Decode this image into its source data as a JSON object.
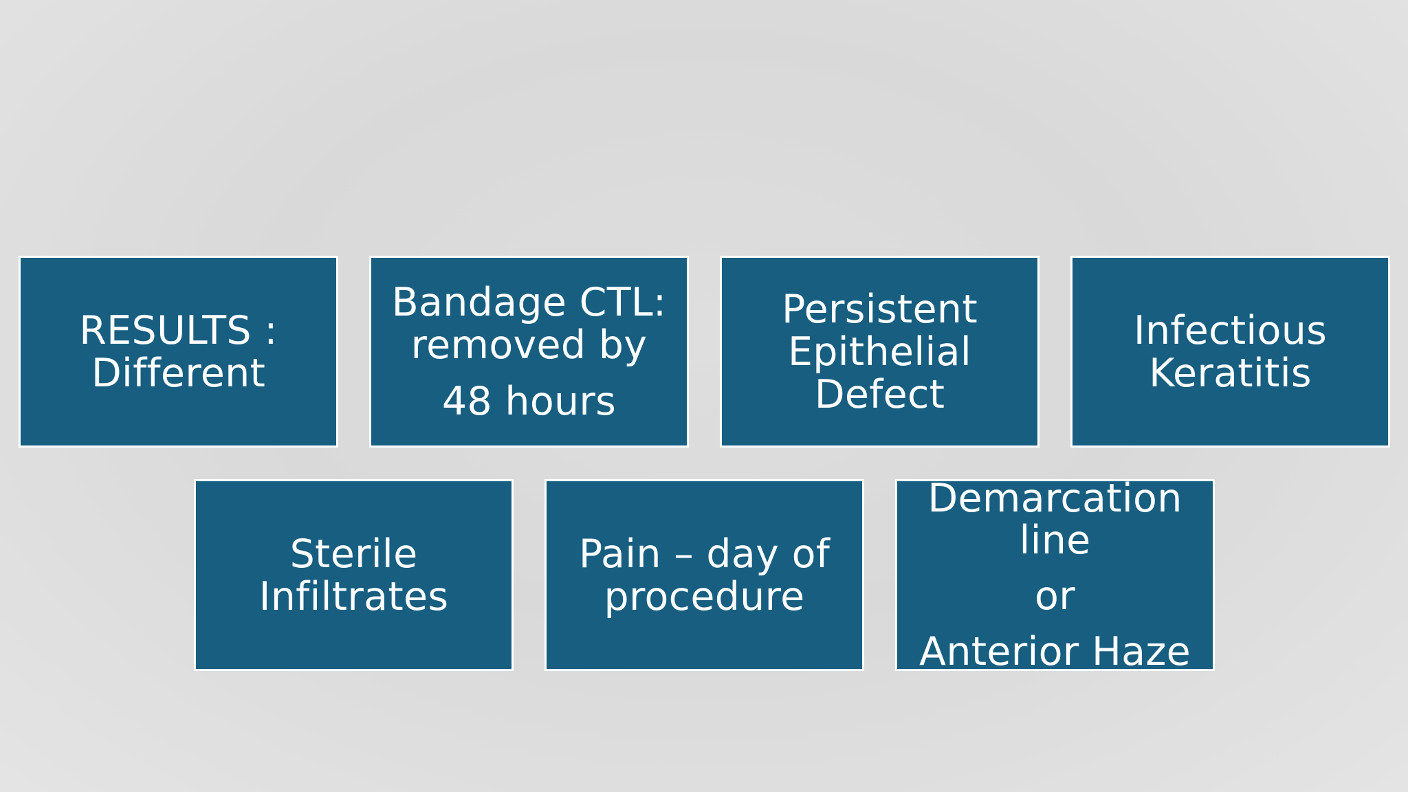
{
  "boxes": [
    {
      "lines": [
        "RESULTS :",
        "Different"
      ]
    },
    {
      "lines": [
        "Bandage CTL:",
        "removed by",
        "48 hours"
      ]
    },
    {
      "lines": [
        "Persistent",
        "Epithelial",
        "Defect"
      ]
    },
    {
      "lines": [
        "Infectious",
        "Keratitis"
      ]
    },
    {
      "lines": [
        "Sterile",
        "Infiltrates"
      ]
    },
    {
      "lines": [
        "Pain – day of",
        "procedure"
      ]
    },
    {
      "lines": [
        "Demarcation",
        "line",
        "or",
        "Anterior Haze"
      ]
    }
  ],
  "colors": {
    "box_fill": "#175e80",
    "box_border": "#ffffff",
    "text": "#ffffff",
    "background": "#dcdcdc"
  }
}
